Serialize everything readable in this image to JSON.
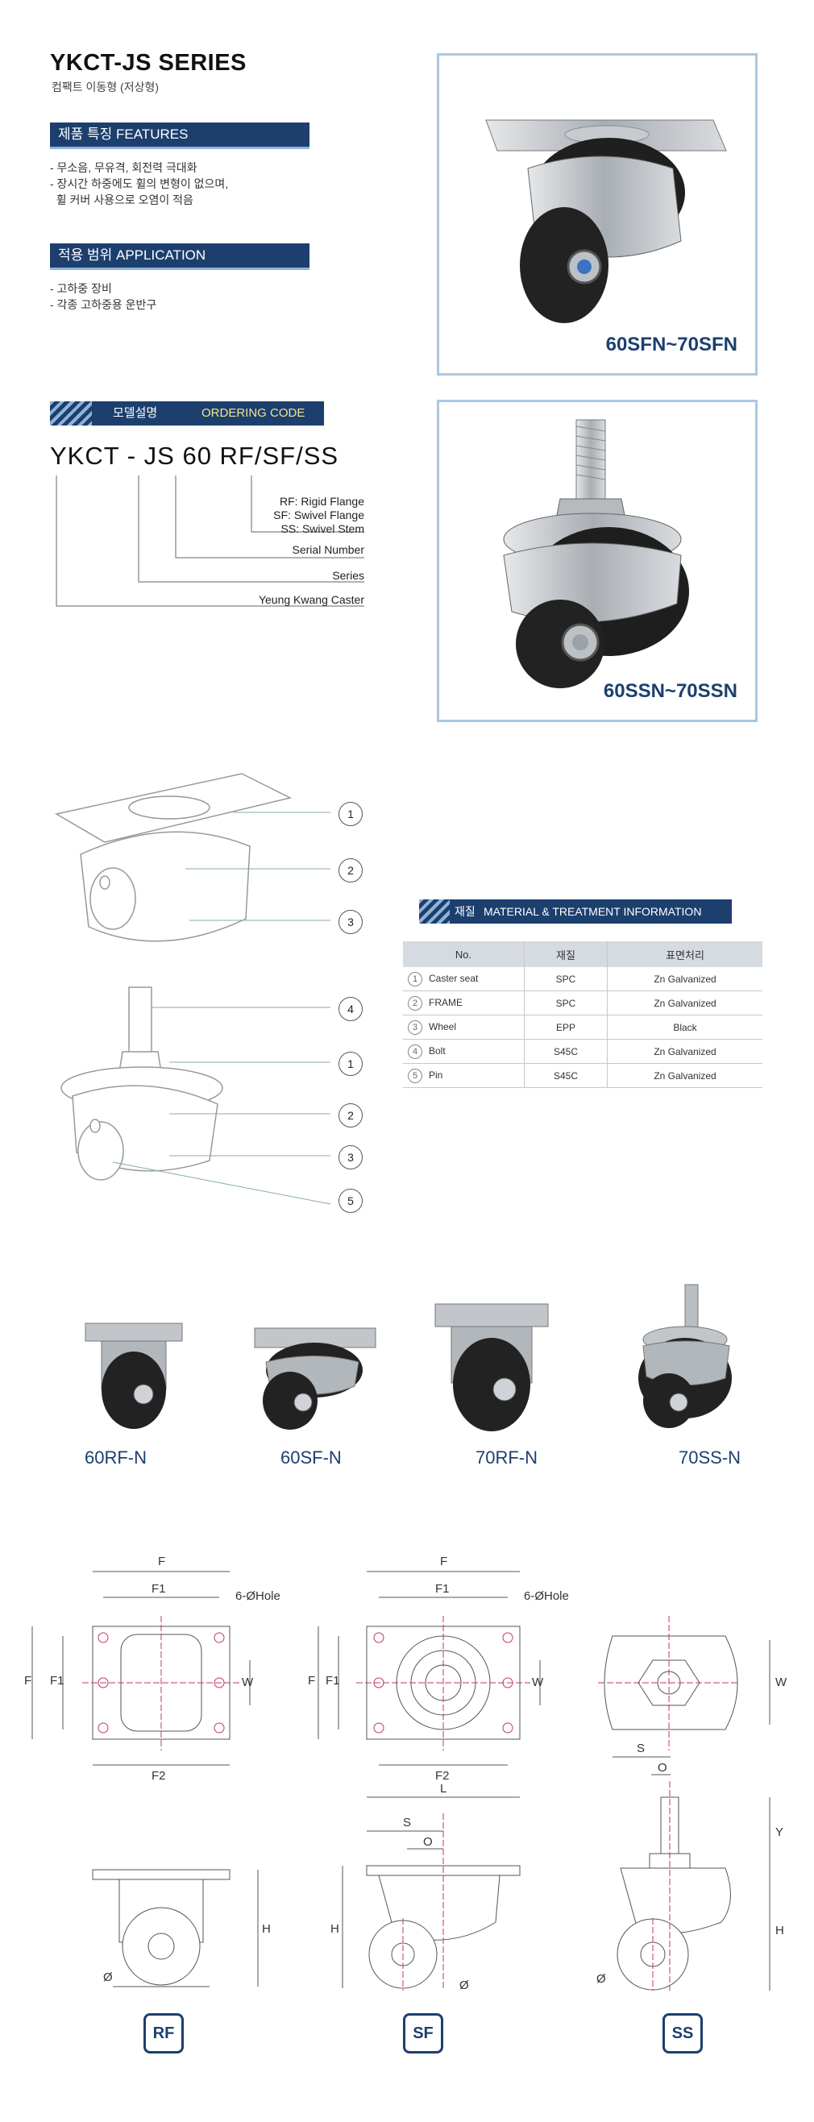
{
  "header": {
    "title": "YKCT-JS SERIES",
    "subtitle": "컴팩트 이동형 (저상형)"
  },
  "features": {
    "heading": "제품 특징 FEATURES",
    "items": [
      "- 무소음, 무유격, 회전력 극대화",
      "- 장시간 하중에도 휠의 변형이 없으며,",
      "  휠 커버 사용으로 오염이 적음"
    ]
  },
  "application": {
    "heading": "적용 범위 APPLICATION",
    "items": [
      "- 고하중 장비",
      "- 각종 고하중용 운반구"
    ]
  },
  "photos": {
    "top_label": "60SFN~70SFN",
    "bottom_label": "60SSN~70SSN"
  },
  "ordering": {
    "heading_kr": "모델설명",
    "heading_en": "ORDERING CODE",
    "code": "YKCT - JS 60 RF/SF/SS",
    "notes": {
      "type_lines": [
        "RF: Rigid Flange",
        "SF: Swivel Flange",
        "SS: Swivel Stem"
      ],
      "serial": "Serial Number",
      "series": "Series",
      "maker": "Yeung Kwang Caster"
    }
  },
  "callouts": [
    "1",
    "2",
    "3",
    "4",
    "1",
    "2",
    "3",
    "5"
  ],
  "material": {
    "heading_kr": "재질",
    "heading_en": "MATERIAL & TREATMENT INFORMATION",
    "columns": [
      "No.",
      "재질",
      "표면처리"
    ],
    "rows": [
      {
        "no": "1",
        "part": "Caster seat",
        "material": "SPC",
        "finish": "Zn Galvanized"
      },
      {
        "no": "2",
        "part": "FRAME",
        "material": "SPC",
        "finish": "Zn Galvanized"
      },
      {
        "no": "3",
        "part": "Wheel",
        "material": "EPP",
        "finish": "Black"
      },
      {
        "no": "4",
        "part": "Bolt",
        "material": "S45C",
        "finish": "Zn Galvanized"
      },
      {
        "no": "5",
        "part": "Pin",
        "material": "S45C",
        "finish": "Zn Galvanized"
      }
    ]
  },
  "products": [
    "60RF-N",
    "60SF-N",
    "70RF-N",
    "70SS-N"
  ],
  "dimensions": {
    "F": "F",
    "F1": "F1",
    "F2": "F2",
    "W": "W",
    "hole": "6-ØHole",
    "S": "S",
    "O": "O",
    "L": "L",
    "H": "H",
    "Y": "Y",
    "dia": "Ø"
  },
  "types": [
    "RF",
    "SF",
    "SS"
  ],
  "colors": {
    "navy": "#1c3f6e",
    "accent": "#8fb3d9",
    "diagram_line": "#c0336d"
  }
}
